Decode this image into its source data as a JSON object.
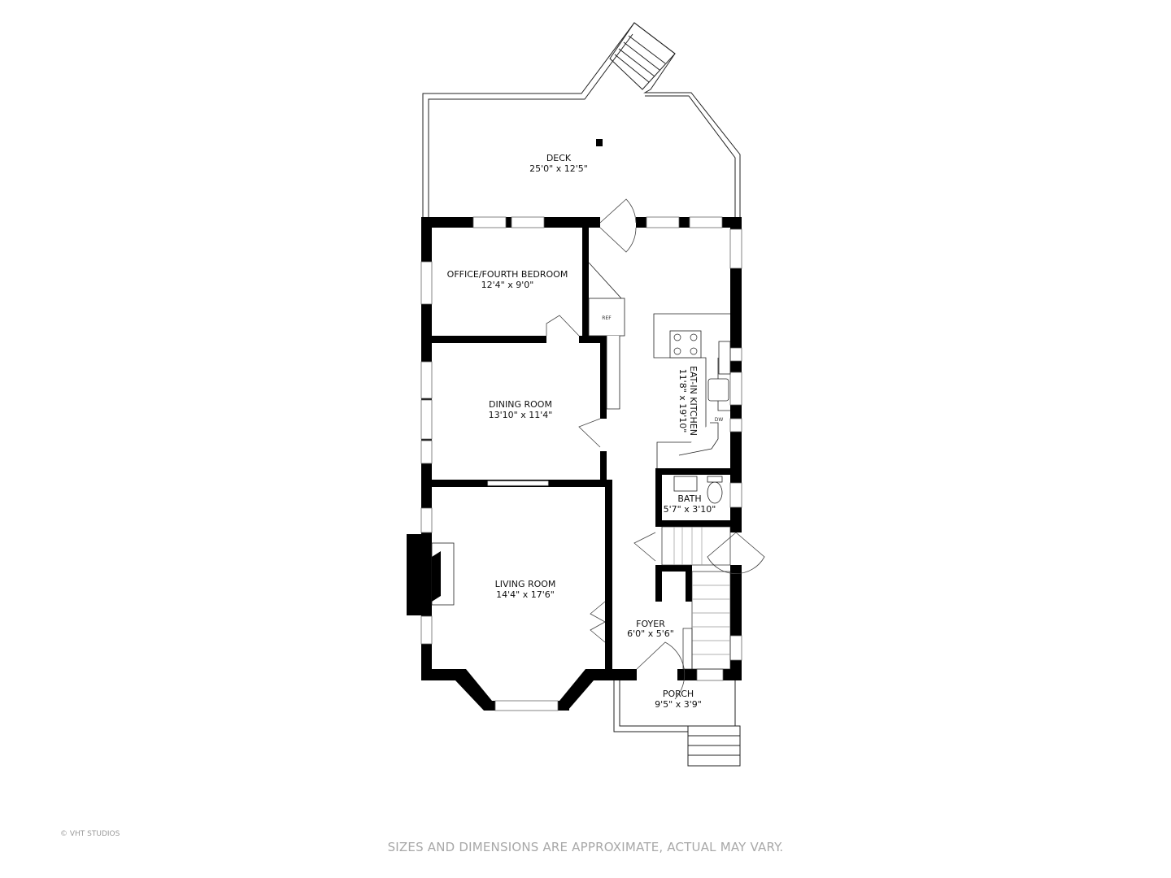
{
  "floorplan": {
    "rooms": [
      {
        "id": "deck",
        "name": "DECK",
        "dims": "25'0\" x 12'5\""
      },
      {
        "id": "office",
        "name": "OFFICE/FOURTH BEDROOM",
        "dims": "12'4\" x 9'0\""
      },
      {
        "id": "dining",
        "name": "DINING ROOM",
        "dims": "13'10\" x 11'4\""
      },
      {
        "id": "kitchen",
        "name": "EAT-IN KITCHEN",
        "dims": "11'8\" x 19'10\""
      },
      {
        "id": "bath",
        "name": "BATH",
        "dims": "5'7\" x 3'10\""
      },
      {
        "id": "living",
        "name": "LIVING ROOM",
        "dims": "14'4\" x 17'6\""
      },
      {
        "id": "foyer",
        "name": "FOYER",
        "dims": "6'0\" x 5'6\""
      },
      {
        "id": "porch",
        "name": "PORCH",
        "dims": "9'5\" x 3'9\""
      }
    ],
    "fixtures": {
      "refrigerator": "REF",
      "dishwasher": "DW"
    }
  },
  "footer": {
    "copyright": "© VHT STUDIOS",
    "disclaimer": "SIZES AND DIMENSIONS ARE APPROXIMATE, ACTUAL MAY VARY."
  }
}
